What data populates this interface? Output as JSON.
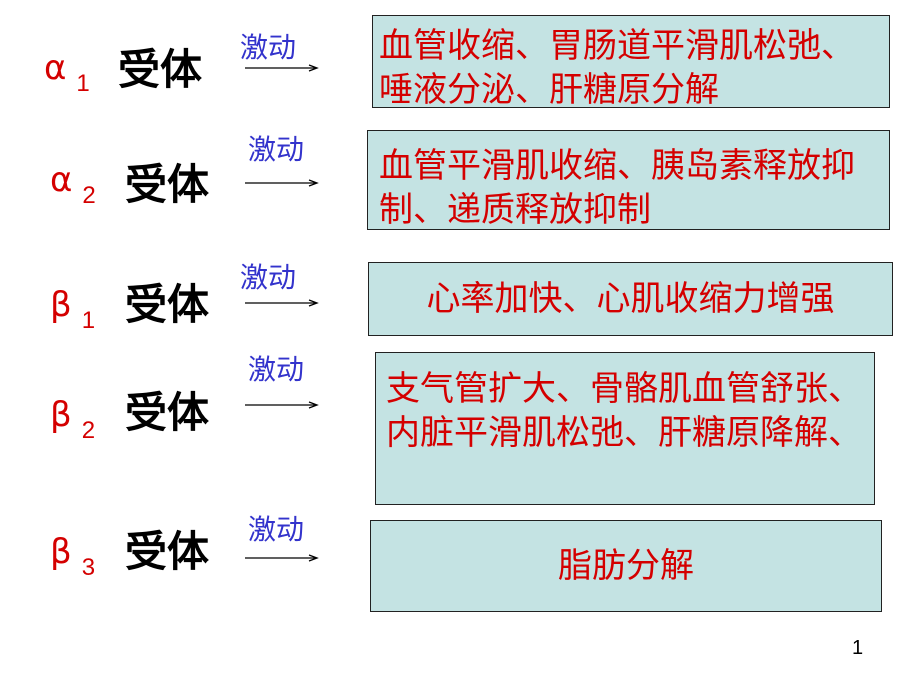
{
  "theme": {
    "accent_red": "#d40000",
    "action_blue": "#3333cc",
    "box_fill": "#c4e3e3",
    "text_black": "#000000"
  },
  "icons": {
    "arrow": "right-arrow"
  },
  "slide": {
    "page_number": "1",
    "rows": [
      {
        "greek": "α",
        "subscript": "1",
        "receptor": "受体",
        "action": "激动",
        "effect_lines": [
          "血管收缩、胃肠道平滑肌松弛、",
          "唾液分泌、肝糖原分解"
        ]
      },
      {
        "greek": "α",
        "subscript": "2",
        "receptor": "受体",
        "action": "激动",
        "effect_lines": [
          "血管平滑肌收缩、胰岛素释放抑",
          "制、递质释放抑制"
        ]
      },
      {
        "greek": "β",
        "subscript": "1",
        "receptor": "受体",
        "action": "激动",
        "effect_lines": [
          "心率加快、心肌收缩力增强"
        ]
      },
      {
        "greek": "β",
        "subscript": "2",
        "receptor": "受体",
        "action": "激动",
        "effect_lines": [
          "支气管扩大、骨骼肌血管舒张、",
          "内脏平滑肌松弛、肝糖原降解、"
        ]
      },
      {
        "greek": "β",
        "subscript": "3",
        "receptor": "受体",
        "action": "激动",
        "effect_lines": [
          "脂肪分解"
        ]
      }
    ]
  }
}
